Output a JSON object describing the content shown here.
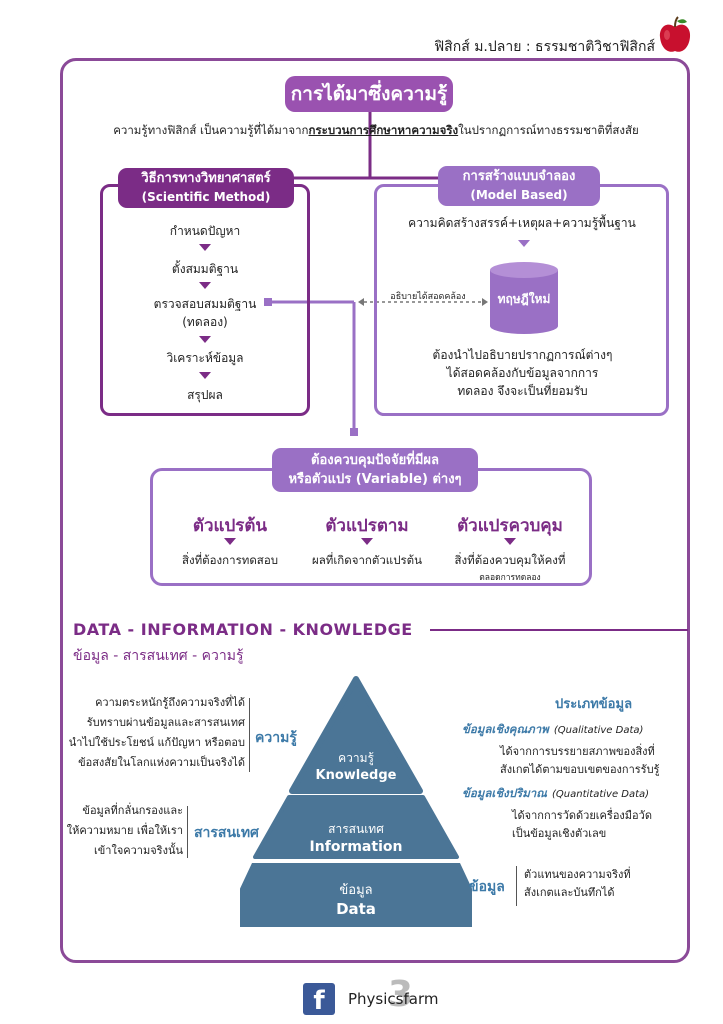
{
  "header": {
    "title": "ฟิสิกส์ ม.ปลาย : ธรรมชาติวิชาฟิสิกส์",
    "apple_icon": "apple-icon"
  },
  "main": {
    "title": "การได้มาซึ่งความรู้",
    "intro_pre": "ความรู้ทางฟิสิกส์ เป็นความรู้ที่ได้มาจาก",
    "intro_u": "กระบวนการศึกษาหาความจริง",
    "intro_post": "ในปรากฏการณ์ทางธรรมชาติที่สงสัย"
  },
  "scientific_method": {
    "title": "วิธีการทางวิทยาศาสตร์",
    "subtitle": "(Scientific Method)",
    "steps": [
      "กำหนดปัญหา",
      "ตั้งสมมติฐาน",
      "ตรวจสอบสมมติฐาน",
      "วิเคราะห์ข้อมูล",
      "สรุปผล"
    ],
    "step3_note": "(ทดลอง)"
  },
  "model_based": {
    "title": "การสร้างแบบจำลอง",
    "subtitle": "(Model Based)",
    "formula": "ความคิดสร้างสรรค์+เหตุผล+ความรู้พื้นฐาน",
    "connector": "อธิบายได้สอดคล้อง",
    "cylinder": "ทฤษฎีใหม่",
    "desc": [
      "ต้องนำไปอธิบายปรากฏการณ์ต่างๆ",
      "ได้สอดคล้องกับข้อมูลจากการ",
      "ทดลอง จึงจะเป็นที่ยอมรับ"
    ]
  },
  "variables": {
    "header_line1": "ต้องควบคุมปัจจัยที่มีผล",
    "header_line2": "หรือตัวแปร (Variable) ต่างๆ",
    "items": [
      {
        "title": "ตัวแปรต้น",
        "desc": "สิ่งที่ต้องการทดสอบ",
        "note": ""
      },
      {
        "title": "ตัวแปรตาม",
        "desc": "ผลที่เกิดจากตัวแปรต้น",
        "note": ""
      },
      {
        "title": "ตัวแปรควบคุม",
        "desc": "สิ่งที่ต้องควบคุมให้คงที่",
        "note": "ตลอดการทดลอง"
      }
    ]
  },
  "dik": {
    "title": "DATA - INFORMATION - KNOWLEDGE",
    "subtitle": "ข้อมูล - สารสนเทศ - ความรู้",
    "pyramid": [
      {
        "th": "ความรู้",
        "en": "Knowledge"
      },
      {
        "th": "สารสนเทศ",
        "en": "Information"
      },
      {
        "th": "ข้อมูล",
        "en": "Data"
      }
    ],
    "knowledge_label": "ความรู้",
    "knowledge_desc": [
      "ความตระหนักรู้ถึงความจริงที่ได้",
      "รับทราบผ่านข้อมูลและสารสนเทศ",
      "นำไปใช้ประโยชน์ แก้ปัญหา หรือตอบ",
      "ข้อสงสัยในโลกแห่งความเป็นจริงได้"
    ],
    "info_label": "สารสนเทศ",
    "info_desc": [
      "ข้อมูลที่กลั่นกรองและ",
      "ให้ความหมาย เพื่อให้เรา",
      "เข้าใจความจริงนั้น"
    ],
    "data_types_title": "ประเภทข้อมูล",
    "qualitative_th": "ข้อมูลเชิงคุณภาพ",
    "qualitative_en": "(Qualitative Data)",
    "qualitative_desc": [
      "ได้จากการบรรยายสภาพของสิ่งที่",
      "สังเกตได้ตามขอบเขตของการรับรู้"
    ],
    "quantitative_th": "ข้อมูลเชิงปริมาณ",
    "quantitative_en": "(Quantitative Data)",
    "quantitative_desc": [
      "ได้จากการวัดด้วยเครื่องมือวัด",
      "เป็นข้อมูลเชิงตัวเลข"
    ],
    "data_label": "ข้อมูล",
    "data_desc": [
      "ตัวแทนของความจริงที่",
      "สังเกตและบันทึกได้"
    ]
  },
  "footer": {
    "brand": "Physicsfarm",
    "page": "3",
    "fb_letter": "f",
    "fb_icon": "facebook-icon"
  },
  "colors": {
    "purple_dark": "#7b2c86",
    "purple_light": "#9a70c5",
    "pyramid_blue": "#4b7596",
    "accent_blue": "#3d7aa8"
  }
}
